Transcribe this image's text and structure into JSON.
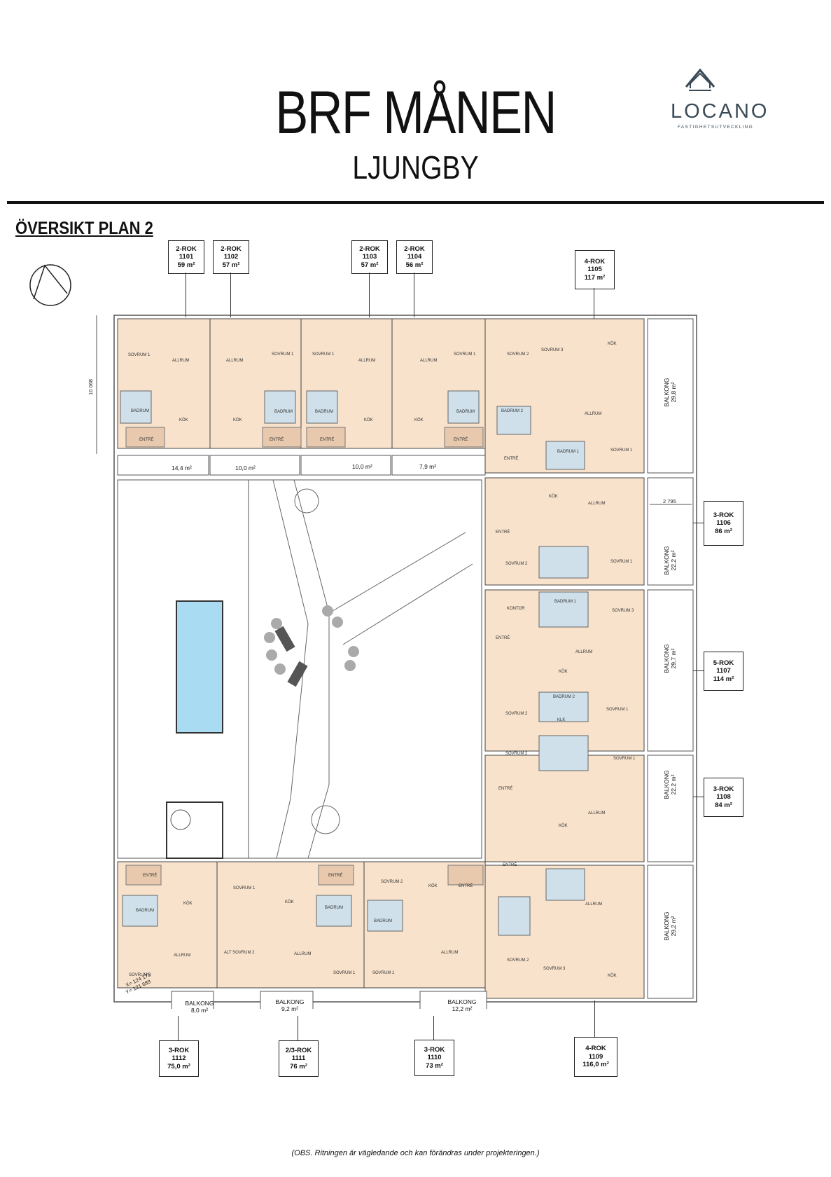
{
  "header": {
    "title": "BRF MÅNEN",
    "subtitle": "LJUNGBY",
    "logo_name": "LOCANO",
    "logo_tagline": "FASTIGHETSUTVECKLING"
  },
  "plan": {
    "heading": "ÖVERSIKT PLAN 2",
    "dimension_left": "10 068",
    "dimension_right": "2 795",
    "coordinates": [
      "X= 124 175",
      "Y= 121 689"
    ]
  },
  "apartments": [
    {
      "type": "2-ROK",
      "number": "1101",
      "area": "59 m²"
    },
    {
      "type": "2-ROK",
      "number": "1102",
      "area": "57 m²"
    },
    {
      "type": "2-ROK",
      "number": "1103",
      "area": "57 m²"
    },
    {
      "type": "2-ROK",
      "number": "1104",
      "area": "56 m²"
    },
    {
      "type": "4-ROK",
      "number": "1105",
      "area": "117 m²"
    },
    {
      "type": "3-ROK",
      "number": "1106",
      "area": "86 m²"
    },
    {
      "type": "5-ROK",
      "number": "1107",
      "area": "114 m²"
    },
    {
      "type": "3-ROK",
      "number": "1108",
      "area": "84 m²"
    },
    {
      "type": "4-ROK",
      "number": "1109",
      "area": "116,0 m²"
    },
    {
      "type": "3-ROK",
      "number": "1110",
      "area": "73 m²"
    },
    {
      "type": "2/3-ROK",
      "number": "1111",
      "area": "76 m²"
    },
    {
      "type": "3-ROK",
      "number": "1112",
      "area": "75,0 m²"
    }
  ],
  "balconies": {
    "north": [
      "14,4 m²",
      "10,0 m²",
      "10,0 m²",
      "7,9 m²"
    ],
    "east": [
      {
        "label": "BALKONG",
        "area": "29,8 m²"
      },
      {
        "label": "BALKONG",
        "area": "22,2 m²"
      },
      {
        "label": "BALKONG",
        "area": "29,7 m²"
      },
      {
        "label": "BALKONG",
        "area": "22,2 m²"
      },
      {
        "label": "BALKONG",
        "area": "29,2 m²"
      }
    ],
    "south": [
      {
        "label": "BALKONG",
        "area": "8,0 m²"
      },
      {
        "label": "BALKONG",
        "area": "9,2 m²"
      },
      {
        "label": "BALKONG",
        "area": "12,2 m²"
      }
    ]
  },
  "rooms": {
    "sovrum1": "SOVRUM 1",
    "sovrum2": "SOVRUM 2",
    "sovrum3": "SOVRUM 3",
    "allrum": "ALLRUM",
    "kok": "KÖK",
    "badrum": "BADRUM",
    "badrum1": "BADRUM 1",
    "badrum2": "BADRUM 2",
    "entre": "ENTRÉ",
    "kontor": "KONTOR",
    "klk": "KLK",
    "alt_sovrum2": "ALT SOVRUM 2"
  },
  "footer": {
    "note": "(OBS. Ritningen är vägledande och kan förändras under projekteringen.)"
  },
  "colors": {
    "apartment_fill": "#f8e2cc",
    "bath_fill": "#cfe0ea",
    "courtyard": "#ffffff",
    "pool": "#a9dcf3",
    "walls": "#333333"
  }
}
